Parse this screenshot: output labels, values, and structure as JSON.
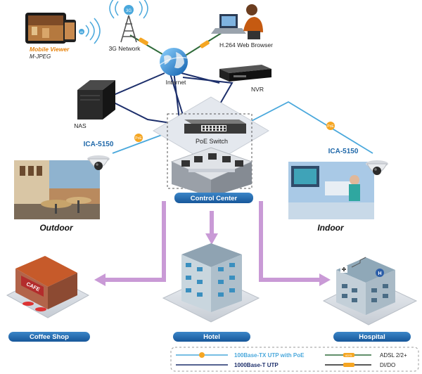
{
  "devices": {
    "mobile_viewer_line1": "Mobile Viewer",
    "mobile_viewer_line2": "M-JPEG",
    "network_3g": "3G Network",
    "web_browser": "H.264 Web Browser",
    "internet": "Internet",
    "nas": "NAS",
    "nvr": "NVR",
    "poe_switch": "PoE Switch",
    "control_center": "Control Center",
    "camera_left": "ICA-5150",
    "camera_right": "ICA-5150",
    "outdoor": "Outdoor",
    "indoor": "Indoor",
    "coffee_shop": "Coffee Shop",
    "hotel": "Hotel",
    "hospital": "Hospital",
    "cafe_sign": "CAFE",
    "poe_badge": "PoE",
    "mini_badge": "3G",
    "wifi_badge": "Wi"
  },
  "legend": {
    "utp_poe": "100Base-TX UTP with PoE",
    "utp": "1000Base-T UTP",
    "adsl": "ADSL 2/2+",
    "dido": "DI/DO",
    "adsl_badge": "ADSL"
  },
  "colors": {
    "poe_line": "#4aa8dc",
    "utp_line": "#1d2f6b",
    "adsl_line": "#2f6b3a",
    "dido_line": "#222222",
    "arrow": "#c99ad6",
    "label_pill": "#1f68a9",
    "badge": "#f5a623"
  }
}
